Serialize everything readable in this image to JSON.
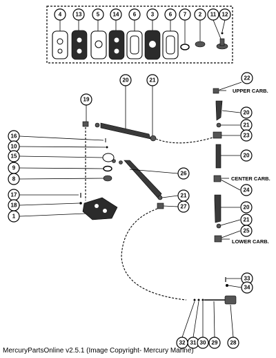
{
  "footer": "MercuryPartsOnline v2.5.1 (Image Copyright- Mercury Marine)",
  "labels": {
    "upper": "UPPER CARB.",
    "center": "CENTER CARB.",
    "lower": "LOWER CARB."
  },
  "callouts": {
    "kit": [
      "4",
      "13",
      "5",
      "14",
      "6",
      "3",
      "6",
      "7",
      "2",
      "11",
      "12"
    ],
    "n19": "19",
    "n20a": "20",
    "n21a": "21",
    "n22": "22",
    "n20b": "20",
    "n21b": "21",
    "n23": "23",
    "n20c": "20",
    "n24": "24",
    "n20d": "20",
    "n21c": "21",
    "n25": "25",
    "n16": "16",
    "n10": "10",
    "n15": "15",
    "n9": "9",
    "n8": "8",
    "n26": "26",
    "n21d": "21",
    "n27": "27",
    "n17": "17",
    "n18": "18",
    "n1": "1",
    "n33": "33",
    "n34": "34",
    "n32": "32",
    "n31": "31",
    "n30": "30",
    "n29": "29",
    "n28": "28"
  }
}
